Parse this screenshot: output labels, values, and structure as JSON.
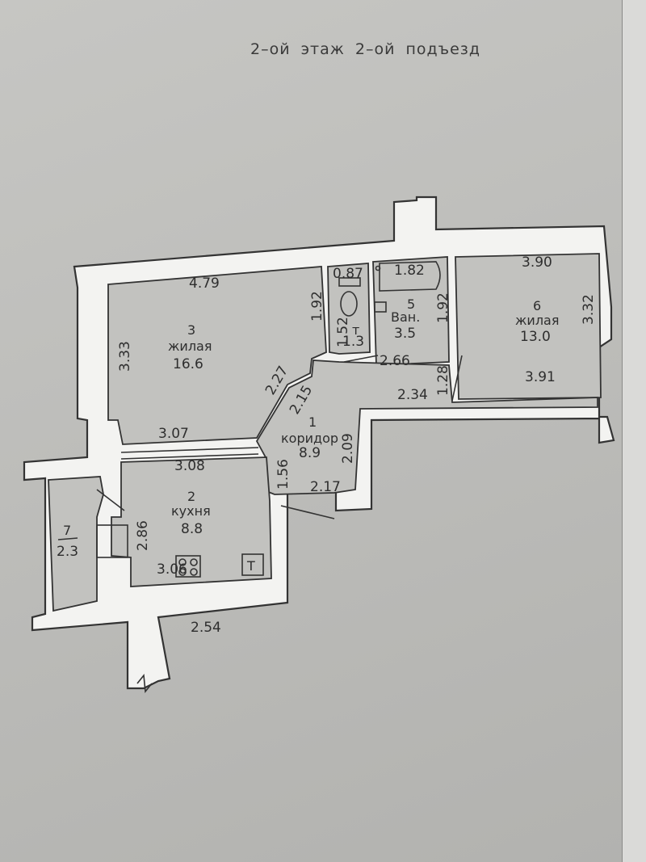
{
  "header": "2–ой этаж 2–ой   подъезд",
  "rooms": [
    {
      "num": "3",
      "name": "жилая",
      "area": "16.6"
    },
    {
      "num": "6",
      "name": "жилая",
      "area": "13.0"
    },
    {
      "num": "1",
      "name": "коридор",
      "area": "8.9"
    },
    {
      "num": "2",
      "name": "кухня",
      "area": "8.8"
    },
    {
      "num": "7",
      "area": "2.3"
    },
    {
      "num": "5",
      "name": "Ван.",
      "area": "3.5"
    },
    {
      "code": "т",
      "area": "1.3"
    }
  ],
  "dims": {
    "d479": "4.79",
    "d333": "3.33",
    "d192a": "1.92",
    "d087": "0.87",
    "d182": "1.82",
    "d192b": "1.92",
    "d152": "1.52",
    "d266": "2.66",
    "d390": "3.90",
    "d332": "3.32",
    "d391": "3.91",
    "d128": "1.28",
    "d234": "2.34",
    "d227": "2.27",
    "d215": "2.15",
    "d307": "3.07",
    "d308": "3.08",
    "d209": "2.09",
    "d156": "1.56",
    "d217": "2.17",
    "d286": "2.86",
    "d306": "3.06",
    "d254": "2.54"
  },
  "symbols": {
    "stove_mark": "Т"
  }
}
